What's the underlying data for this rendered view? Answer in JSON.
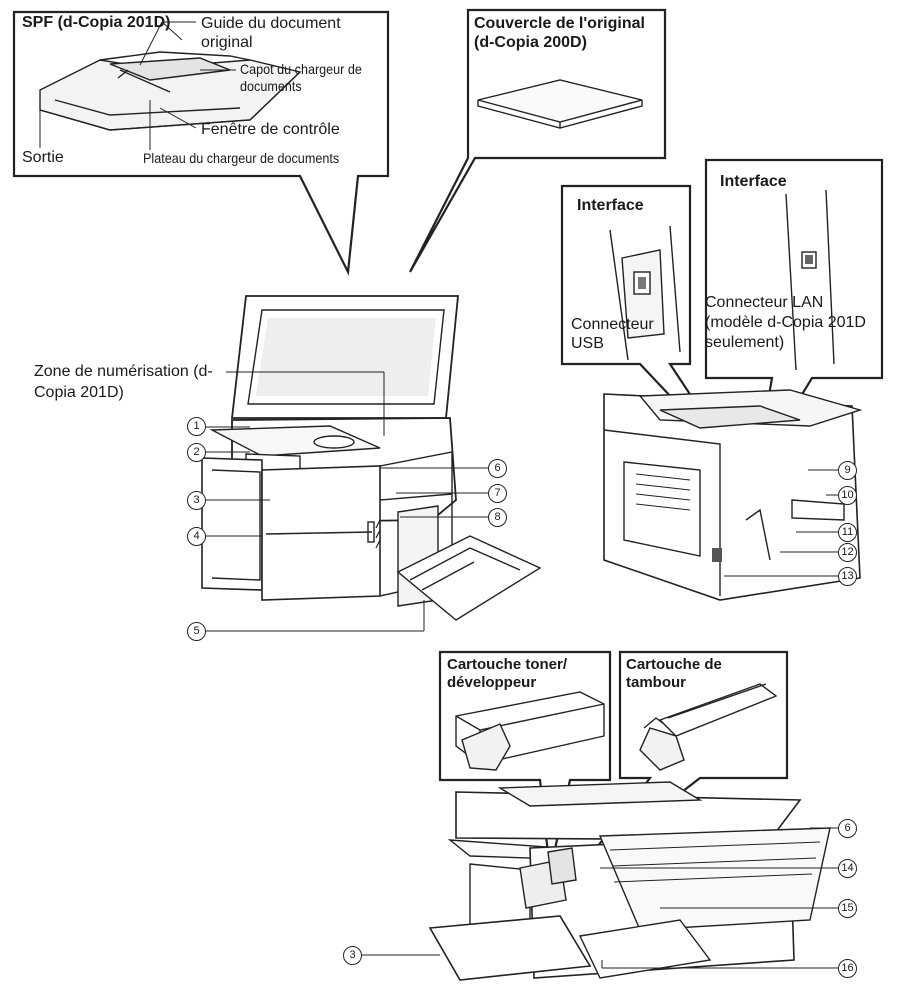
{
  "spf_box": {
    "title": "SPF (d-Copia 201D)",
    "labels": {
      "guide": "Guide du document original",
      "capot": "Capot du chargeur de documents",
      "fenetre": "Fenêtre de contrôle",
      "sortie": "Sortie",
      "plateau": "Plateau du chargeur de documents"
    }
  },
  "cover_box": {
    "title": "Couvercle de l'original (d-Copia 200D)"
  },
  "usb_box": {
    "title": "Interface",
    "label": "Connecteur USB"
  },
  "lan_box": {
    "title": "Interface",
    "label": "Connecteur LAN (modèle d-Copia 201D seulement)"
  },
  "scan_zone": {
    "label": "Zone de numérisation (d-Copia 201D)"
  },
  "toner_box": {
    "title": "Cartouche toner/ développeur"
  },
  "drum_box": {
    "title": "Cartouche de tambour"
  },
  "callouts": [
    "1",
    "2",
    "3",
    "4",
    "5",
    "6",
    "7",
    "8",
    "9",
    "10",
    "11",
    "12",
    "13",
    "6",
    "14",
    "15",
    "3",
    "16"
  ]
}
